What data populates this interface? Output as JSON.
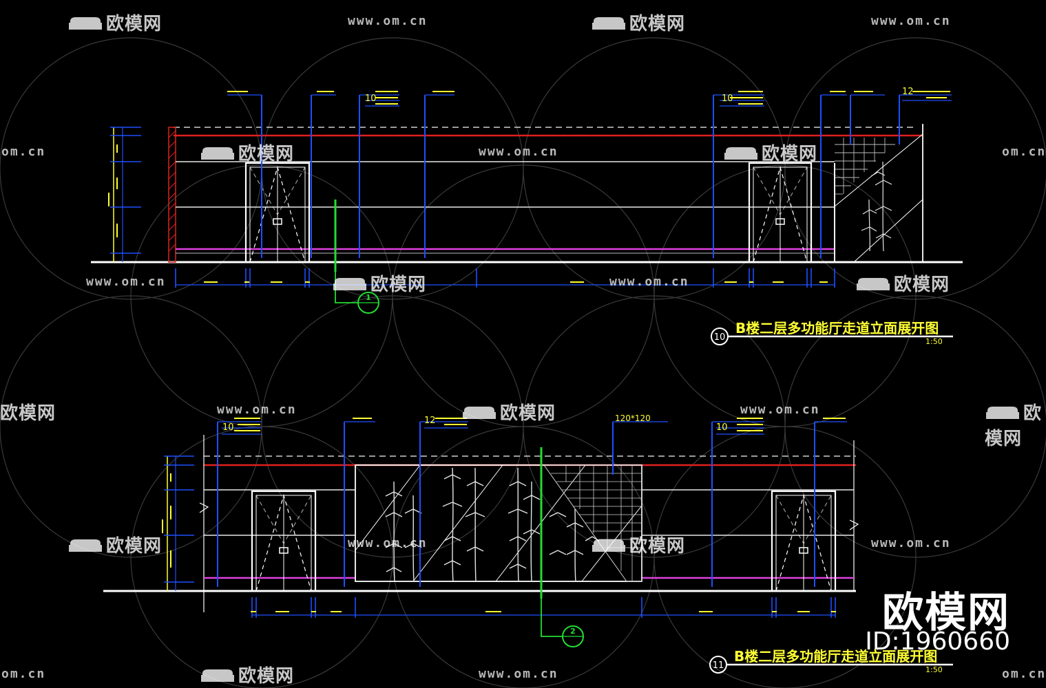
{
  "colors": {
    "background": "#000000",
    "wall": "#ffffff",
    "ceiling": "#e02020",
    "dimension": "#1f4fff",
    "skirting": "#e040e0",
    "section": "#22dd33",
    "annotation": "#ffff33",
    "hidden": "#cfcfcf"
  },
  "watermark": {
    "brand": "欧模网",
    "url": "www.om.cn",
    "url_short": "om.cn",
    "brand_partial": "欧模网"
  },
  "stamp": {
    "brand": "欧模网",
    "id": "ID:1960660"
  },
  "drawings": [
    {
      "number": "10",
      "title": "B楼二层多功能厅走道立面展开图",
      "scale": "1:50",
      "section_mark": "1"
    },
    {
      "number": "11",
      "title": "B楼二层多功能厅走道立面展开图",
      "scale": "1:50",
      "section_mark": "2"
    }
  ],
  "annotations_top": {
    "n10": "10",
    "n12": "12"
  },
  "annotations_bottom": {
    "n10": "10",
    "n12": "12",
    "grille": "120*120"
  }
}
